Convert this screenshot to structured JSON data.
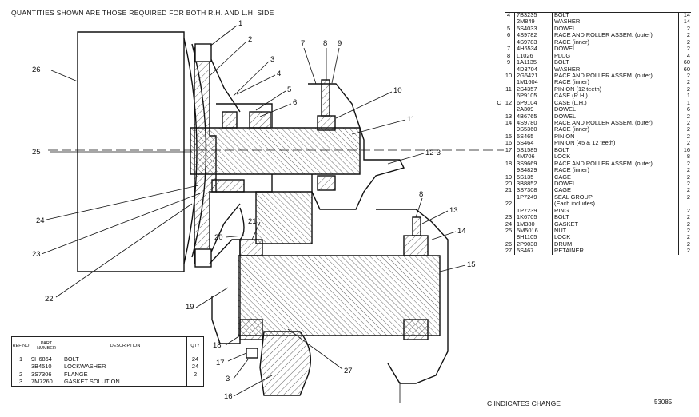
{
  "header": {
    "note": "QUANTITIES SHOWN ARE THOSE REQUIRED FOR BOTH R.H. AND L.H. SIDE"
  },
  "callouts": [
    "1",
    "2",
    "3",
    "4",
    "5",
    "6",
    "7",
    "8",
    "9",
    "10",
    "11",
    "12-3",
    "8",
    "13",
    "14",
    "15",
    "16",
    "17",
    "3",
    "18",
    "19",
    "20",
    "21",
    "22",
    "23",
    "24",
    "25",
    "26",
    "27"
  ],
  "left_table": {
    "headers": {
      "ref": "REF NO",
      "part": "PART NUMBER",
      "desc": "DESCRIPTION",
      "qty": "QTY"
    },
    "rows": [
      {
        "ref": "1",
        "part": "9H6864",
        "desc": "BOLT",
        "qty": "24"
      },
      {
        "ref": "",
        "part": "3B4510",
        "desc": "LOCKWASHER",
        "qty": "24"
      },
      {
        "ref": "2",
        "part": "3S7306",
        "desc": "FLANGE",
        "qty": "2"
      },
      {
        "ref": "3",
        "part": "7M7260",
        "desc": "GASKET SOLUTION",
        "qty": ""
      }
    ]
  },
  "parts_list": [
    {
      "mark": "",
      "ref": "4",
      "part": "7B3235",
      "desc": "BOLT",
      "qty": "14"
    },
    {
      "mark": "",
      "ref": "",
      "part": "2M849",
      "desc": "WASHER",
      "qty": "14"
    },
    {
      "mark": "",
      "ref": "5",
      "part": "5S4033",
      "desc": "DOWEL",
      "qty": "2"
    },
    {
      "mark": "",
      "ref": "6",
      "part": "4S9782",
      "desc": "RACE AND ROLLER ASSEM. (outer)",
      "qty": "2"
    },
    {
      "mark": "",
      "ref": "",
      "part": "4S9783",
      "desc": "RACE (inner)",
      "qty": "2"
    },
    {
      "mark": "",
      "ref": "7",
      "part": "4H6534",
      "desc": "DOWEL",
      "qty": "2"
    },
    {
      "mark": "",
      "ref": "8",
      "part": "L1026",
      "desc": "PLUG",
      "qty": "4"
    },
    {
      "mark": "",
      "ref": "9",
      "part": "1A1135",
      "desc": "BOLT",
      "qty": "60"
    },
    {
      "mark": "",
      "ref": "",
      "part": "4D3704",
      "desc": "WASHER",
      "qty": "60"
    },
    {
      "mark": "",
      "ref": "10",
      "part": "2G6421",
      "desc": "RACE AND ROLLER ASSEM. (outer)",
      "qty": "2"
    },
    {
      "mark": "",
      "ref": "",
      "part": "1M1604",
      "desc": "RACE (inner)",
      "qty": "2"
    },
    {
      "mark": "",
      "ref": "11",
      "part": "2S4357",
      "desc": "PINION (12 teeth)",
      "qty": "2"
    },
    {
      "mark": "",
      "ref": "",
      "part": "6P9105",
      "desc": "CASE (R.H.)",
      "qty": "1"
    },
    {
      "mark": "C",
      "ref": "12",
      "part": "6P9104",
      "desc": "CASE (L.H.)",
      "qty": "1"
    },
    {
      "mark": "",
      "ref": "",
      "part": "2A309",
      "desc": "DOWEL",
      "qty": "6"
    },
    {
      "mark": "",
      "ref": "13",
      "part": "4B6765",
      "desc": "DOWEL",
      "qty": "2"
    },
    {
      "mark": "",
      "ref": "14",
      "part": "4S9780",
      "desc": "RACE AND ROLLER ASSEM. (outer)",
      "qty": "2"
    },
    {
      "mark": "",
      "ref": "",
      "part": "9S5360",
      "desc": "RACE (inner)",
      "qty": "2"
    },
    {
      "mark": "",
      "ref": "15",
      "part": "5S465",
      "desc": "PINION",
      "qty": "2"
    },
    {
      "mark": "",
      "ref": "16",
      "part": "5S464",
      "desc": "PINION (45 & 12 teeth)",
      "qty": "2"
    },
    {
      "mark": "",
      "ref": "17",
      "part": "5S1585",
      "desc": "BOLT",
      "qty": "16"
    },
    {
      "mark": "",
      "ref": "",
      "part": "4M706",
      "desc": "LOCK",
      "qty": "8"
    },
    {
      "mark": "",
      "ref": "18",
      "part": "3S9669",
      "desc": "RACE AND ROLLER ASSEM. (outer)",
      "qty": "2"
    },
    {
      "mark": "",
      "ref": "",
      "part": "9S4829",
      "desc": "RACE (inner)",
      "qty": "2"
    },
    {
      "mark": "",
      "ref": "19",
      "part": "5S135",
      "desc": "CAGE",
      "qty": "2"
    },
    {
      "mark": "",
      "ref": "20",
      "part": "3B8852",
      "desc": "DOWEL",
      "qty": "2"
    },
    {
      "mark": "",
      "ref": "21",
      "part": "3S7308",
      "desc": "CAGE",
      "qty": "2"
    },
    {
      "mark": "",
      "ref": "",
      "part": "1P7249",
      "desc": "SEAL GROUP",
      "qty": "2"
    },
    {
      "mark": "",
      "ref": "22",
      "part": "",
      "desc": "(Each includes)",
      "qty": ""
    },
    {
      "mark": "",
      "ref": "",
      "part": "1P7239",
      "desc": "RING",
      "qty": "2"
    },
    {
      "mark": "",
      "ref": "23",
      "part": "1K6705",
      "desc": "BOLT",
      "qty": "2"
    },
    {
      "mark": "",
      "ref": "24",
      "part": "1M380",
      "desc": "GASKET",
      "qty": "2"
    },
    {
      "mark": "",
      "ref": "25",
      "part": "5M5016",
      "desc": "NUT",
      "qty": "2"
    },
    {
      "mark": "",
      "ref": "",
      "part": "8H1105",
      "desc": "LOCK",
      "qty": "2"
    },
    {
      "mark": "",
      "ref": "26",
      "part": "2P9038",
      "desc": "DRUM",
      "qty": "2"
    },
    {
      "mark": "",
      "ref": "27",
      "part": "5S467",
      "desc": "RETAINER",
      "qty": "2"
    }
  ],
  "footer": {
    "note": "C INDICATES CHANGE",
    "figure": "53085"
  }
}
